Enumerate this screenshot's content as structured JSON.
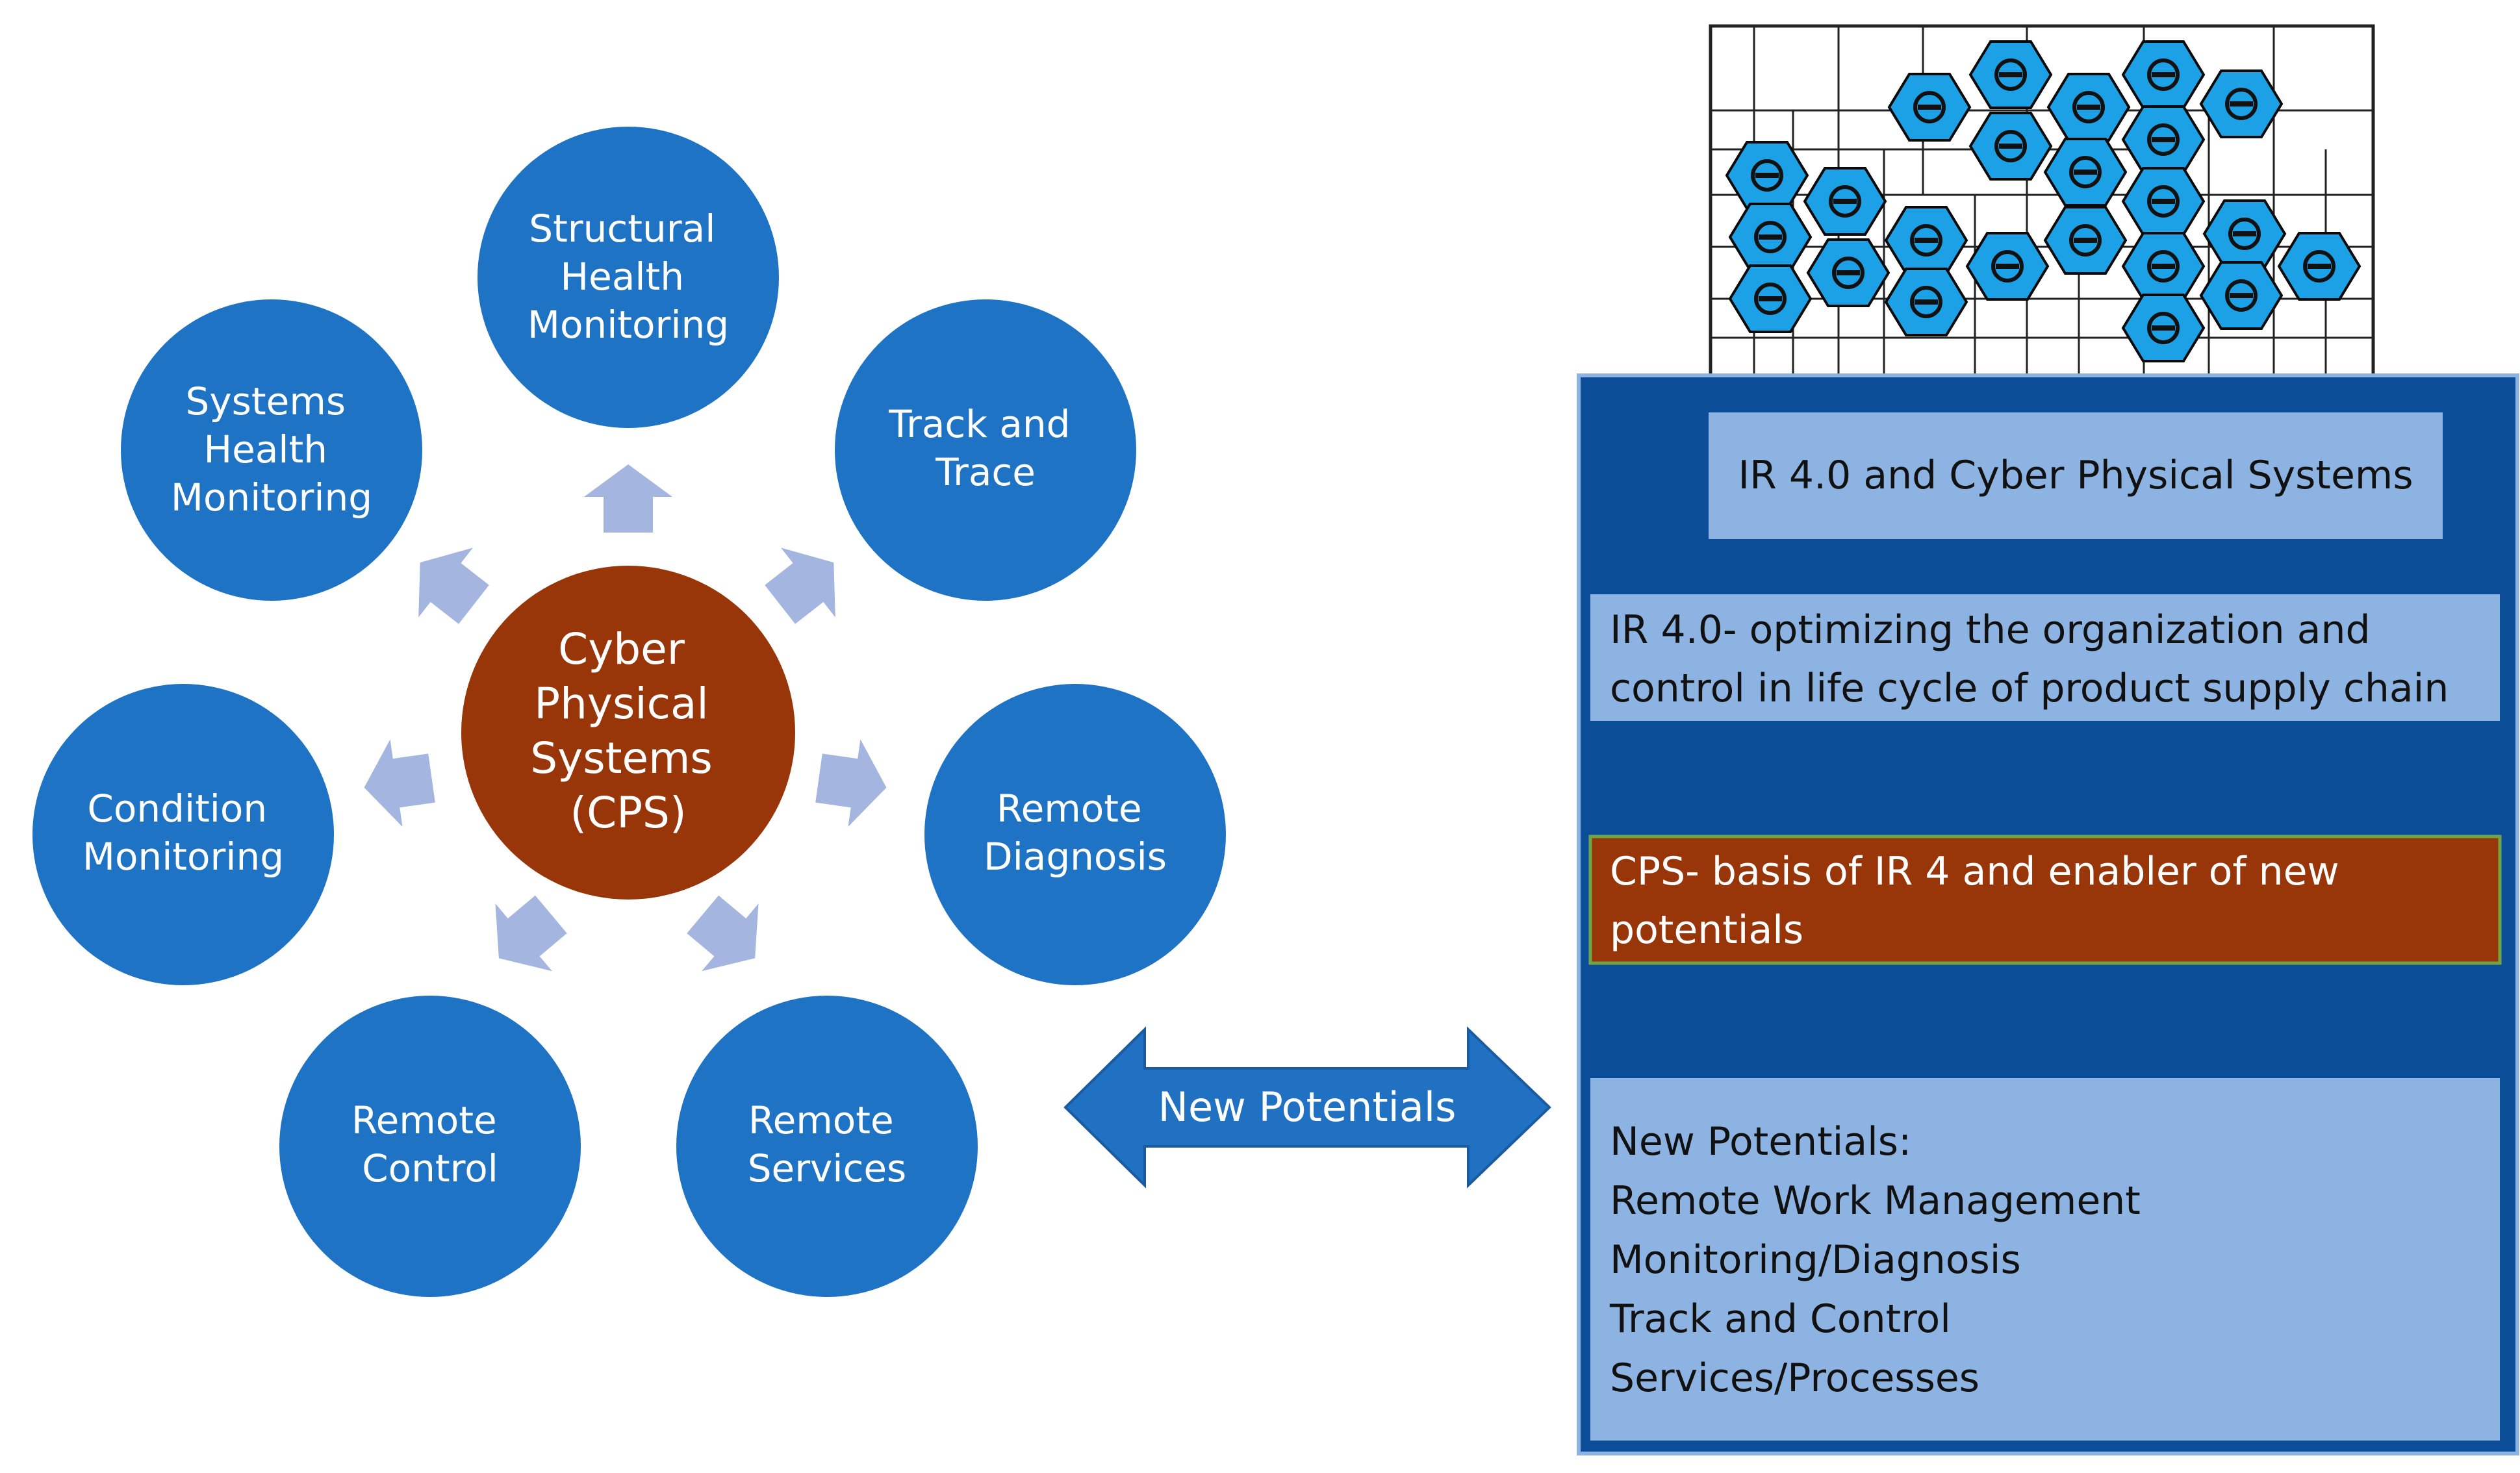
{
  "center": {
    "lines": [
      "Cyber",
      "Physical",
      "Systems",
      "(CPS)"
    ]
  },
  "satellites": [
    {
      "id": "structural-health-monitoring",
      "lines": [
        "Structural",
        "Health",
        "Monitoring"
      ]
    },
    {
      "id": "track-and-trace",
      "lines": [
        "Track and",
        "Trace"
      ]
    },
    {
      "id": "remote-diagnosis",
      "lines": [
        "Remote",
        "Diagnosis"
      ]
    },
    {
      "id": "remote-services",
      "lines": [
        "Remote",
        "Services"
      ]
    },
    {
      "id": "remote-control",
      "lines": [
        "Remote",
        "Control"
      ]
    },
    {
      "id": "condition-monitoring",
      "lines": [
        "Condition",
        "Monitoring"
      ]
    },
    {
      "id": "systems-health-monitoring",
      "lines": [
        "Systems",
        "Health",
        "Monitoring"
      ]
    }
  ],
  "connector": {
    "label": "New Potentials"
  },
  "panel": {
    "title": "IR 4.0 and Cyber Physical Systems",
    "box_ir": [
      "IR 4.0- optimizing the organization and",
      "control in life cycle of product supply chain"
    ],
    "box_cps": [
      "CPS- basis of IR 4 and enabler of new",
      "potentials"
    ],
    "box_potentials": [
      "New Potentials:",
      "Remote Work Management",
      "Monitoring/Diagnosis",
      "Track and Control",
      "Services/Processes"
    ]
  },
  "icon_cluster": {
    "icons": [
      "tools-icon",
      "wifi-icon",
      "lightbulb-icon",
      "cloud-icon",
      "globe-icon",
      "robot-icon",
      "monitor-icon",
      "network-icon",
      "gears-icon",
      "cyber-head-icon",
      "circuit-board-icon",
      "chip-icon",
      "analytics-icon",
      "robot-arm-icon",
      "fingerprint-icon",
      "plug-icon",
      "factory-icon",
      "airplane-icon",
      "pie-chart-icon",
      "handshake-icon",
      "rocket-icon",
      "worker-icon",
      "truck-icon"
    ]
  },
  "colors": {
    "satellite": "#1f73c5",
    "center": "#983609",
    "arrow": "#a4b6df",
    "connector": "#2171c3",
    "panel_dark": "#0c4d98",
    "panel_light": "#8db3e2",
    "cps_box": "#983609",
    "cps_border": "#6fa447",
    "hex": "#1ca0e6"
  }
}
